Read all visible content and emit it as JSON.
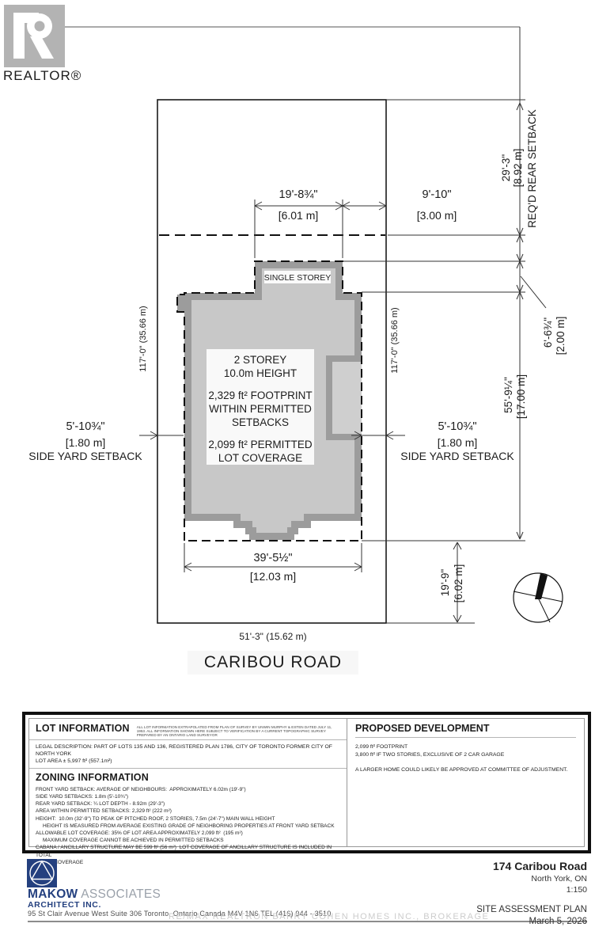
{
  "branding": {
    "realtor_text": "REALTOR®"
  },
  "plan": {
    "road_label": "CARIBOU ROAD",
    "lot_width": "51'-3\" (15.62 m)",
    "lot_depth": "117'-0\" (35.66 m)",
    "single_storey_label": "SINGLE STOREY",
    "notes": [
      "2 STOREY",
      "10.0m HEIGHT",
      "2,329 ft² FOOTPRINT",
      "WITHIN PERMITTED",
      "SETBACKS",
      "2,099 ft² PERMITTED",
      "LOT COVERAGE"
    ],
    "dims": {
      "ss_width_ft": "19'-8¾\"",
      "ss_width_m": "[6.01 m]",
      "ss_gap_ft": "9'-10\"",
      "ss_gap_m": "[3.00 m]",
      "rear_ft": "29'-3\"",
      "rear_m": "[8.92 m]",
      "rear_label": "REQ'D REAR SETBACK",
      "ss_depth_ft": "6'-6¾\"",
      "ss_depth_m": "[2.00 m]",
      "bldg_depth_ft": "55'-9¼\"",
      "bldg_depth_m": "[17.00 m]",
      "side_ft": "5'-10¾\"",
      "side_m": "[1.80 m]",
      "side_label": "SIDE YARD SETBACK",
      "bldg_width_ft": "39'-5½\"",
      "bldg_width_m": "[12.03 m]",
      "front_ft": "19'-9\"",
      "front_m": "[6.02 m]"
    }
  },
  "info_panel": {
    "lot_information": {
      "title": "LOT INFORMATION",
      "disclaimer": "ALL LOT INFORMATION EXTRAPOLATED FROM PLAN OF SURVEY BY UNWIN MURPHY & ESTEN DATED JULY 11, 1953.  ALL INFORMATION SHOWN HERE SUBJECT TO VERIFICATION BY A CURRENT TOPOGRAPHIC SURVEY PREPARED BY AN ONTARIO LAND SURVEYOR",
      "lines": [
        "LEGAL DESCRIPTION: PART OF LOTS 135 AND 136, REGISTERED PLAN 1786, CITY OF TORONTO FORMER CITY OF NORTH YORK",
        "LOT AREA ± 5,997 ft² (557.1m²)"
      ]
    },
    "zoning_information": {
      "title": "ZONING INFORMATION",
      "lines": [
        "FRONT YARD SETBACK: AVERAGE OF NEIGHBOURS:  APPROXIMATELY 6.02m (19'-9\")",
        "SIDE YARD SETBACKS: 1.8m (5'-10¾\")",
        "REAR YARD SETBACK: ¼ LOT DEPTH - 8.92m (29'-3\")",
        "AREA WITHIN PERMITTED SETBACKS: 2,329 ft² (222 m²)",
        "HEIGHT:  10.0m (32'-9\") TO PEAK OF PITCHED ROOF, 2 STORIES, 7.5m (24'-7\") MAIN WALL HEIGHT",
        "     HEIGHT IS MEASURED FROM AVERAGE EXISTING GRADE OF NEIGHBORING PROPERTIES AT FRONT YARD SETBACK",
        "ALLOWABLE LOT COVERAGE: 35% OF LOT AREA APPROXIMATELY 2,099 ft²  (195 m²)",
        "     MAXIMUM COVERAGE CANNOT BE ACHIEVED IN PERMITTED SETBACKS",
        "CABANA / ANCILLARY STRUCTURE MAY BE 599 ft² (56 m²)  LOT COVERAGE OF ANCILLARY STRUCTURE IS INCLUDED IN TOTAL",
        "     LOT COVERAGE"
      ]
    },
    "proposed_development": {
      "title": "PROPOSED DEVELOPMENT",
      "lines": [
        "2,099 ft² FOOTPRINT",
        "3,800 ft² IF TWO STORIES, EXCLUSIVE OF 2 CAR GARAGE"
      ],
      "note": "A LARGER HOME COULD LIKELY BE APPROVED AT COMMITTEE OF ADJUSTMENT."
    }
  },
  "footer": {
    "firm_bold": "MAKOW",
    "firm_light": " ASSOCIATES",
    "firm_sub": "ARCHITECT INC.",
    "address": "95 St Clair Avenue West Suite 306  Toronto, Ontario Canada M4V 1N6  TEL (416) 944 - 3510",
    "watermark": "RE/MAX REALTRON BARRY COHEN HOMES INC., BROKERAGE",
    "project_address": "174 Caribou Road",
    "project_city": "North York, ON",
    "scale": "1:150",
    "drawing_title": "SITE ASSESSMENT PLAN",
    "date": "March 5, 2026"
  }
}
